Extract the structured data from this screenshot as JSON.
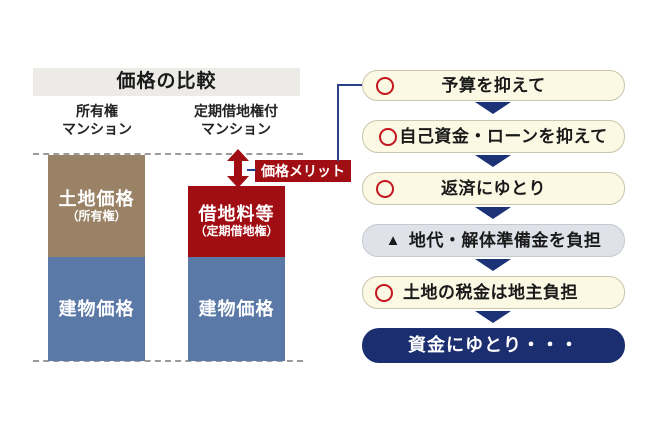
{
  "chart": {
    "title": "価格の比較",
    "merit_label": "価格メリット",
    "columns": [
      {
        "label_line1": "所有権",
        "label_line2": "マンション",
        "segments": [
          {
            "label": "土地価格",
            "sublabel": "（所有権）",
            "color": "#9a8266",
            "relative_height": 102
          },
          {
            "label": "建物価格",
            "sublabel": "",
            "color": "#5b79a6",
            "relative_height": 104
          }
        ]
      },
      {
        "label_line1": "定期借地権付",
        "label_line2": "マンション",
        "segments": [
          {
            "label": "借地料等",
            "sublabel": "（定期借地権）",
            "color": "#a00d12",
            "relative_height": 71
          },
          {
            "label": "建物価格",
            "sublabel": "",
            "color": "#5b79a6",
            "relative_height": 104
          }
        ]
      }
    ]
  },
  "flow": {
    "steps": [
      {
        "symbol": "circle",
        "symbol_char": "○",
        "text": "予算を抑えて",
        "style": "cream"
      },
      {
        "symbol": "circle",
        "symbol_char": "○",
        "text": "自己資金・ローンを抑えて",
        "style": "cream"
      },
      {
        "symbol": "circle",
        "symbol_char": "○",
        "text": "返済にゆとり",
        "style": "cream"
      },
      {
        "symbol": "triangle",
        "symbol_char": "▲",
        "text": "地代・解体準備金を負担",
        "style": "gray"
      },
      {
        "symbol": "circle",
        "symbol_char": "○",
        "text": "土地の税金は地主負担",
        "style": "cream"
      },
      {
        "symbol": "none",
        "symbol_char": "",
        "text": "資金にゆとり・・・",
        "style": "navy"
      }
    ]
  },
  "colors": {
    "bar_brown": "#9a8266",
    "bar_blue": "#5b79a6",
    "accent_red": "#a00d12",
    "navy_box": "#1b2e70",
    "arrow_navy": "#1c3276",
    "connector_navy": "#2b4187",
    "cream_box": "#fbf8e3",
    "gray_box": "#dfe3e9",
    "header_bg": "#edebe8",
    "circle_red": "#c3161c",
    "dashed_line": "#9b9b9b"
  }
}
